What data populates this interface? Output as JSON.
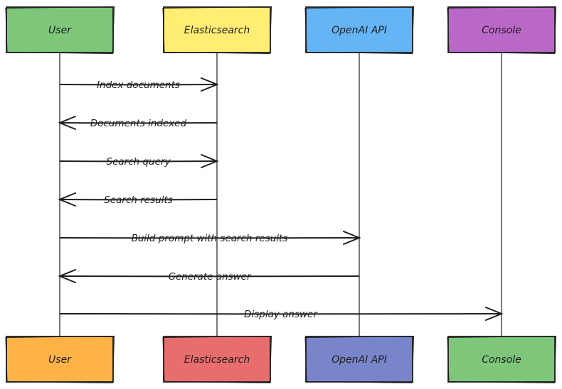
{
  "participants": [
    {
      "id": "user",
      "label": "User",
      "top_color": "#7dc67a",
      "bottom_color": "#ffb347"
    },
    {
      "id": "elasticsearch",
      "label": "Elasticsearch",
      "top_color": "#ffed74",
      "bottom_color": "#e86d6d"
    },
    {
      "id": "openai",
      "label": "OpenAI API",
      "top_color": "#64b5f6",
      "bottom_color": "#7985cb"
    },
    {
      "id": "console",
      "label": "Console",
      "top_color": "#ba68c8",
      "bottom_color": "#7dc67a"
    }
  ],
  "messages": [
    {
      "from": "user",
      "to": "elasticsearch",
      "label": "Index documents"
    },
    {
      "from": "elasticsearch",
      "to": "user",
      "label": "Documents indexed"
    },
    {
      "from": "user",
      "to": "elasticsearch",
      "label": "Search query"
    },
    {
      "from": "elasticsearch",
      "to": "user",
      "label": "Search results"
    },
    {
      "from": "user",
      "to": "openai",
      "label": "Build prompt with search results"
    },
    {
      "from": "openai",
      "to": "user",
      "label": "Generate answer"
    },
    {
      "from": "user",
      "to": "console",
      "label": "Display answer"
    }
  ]
}
